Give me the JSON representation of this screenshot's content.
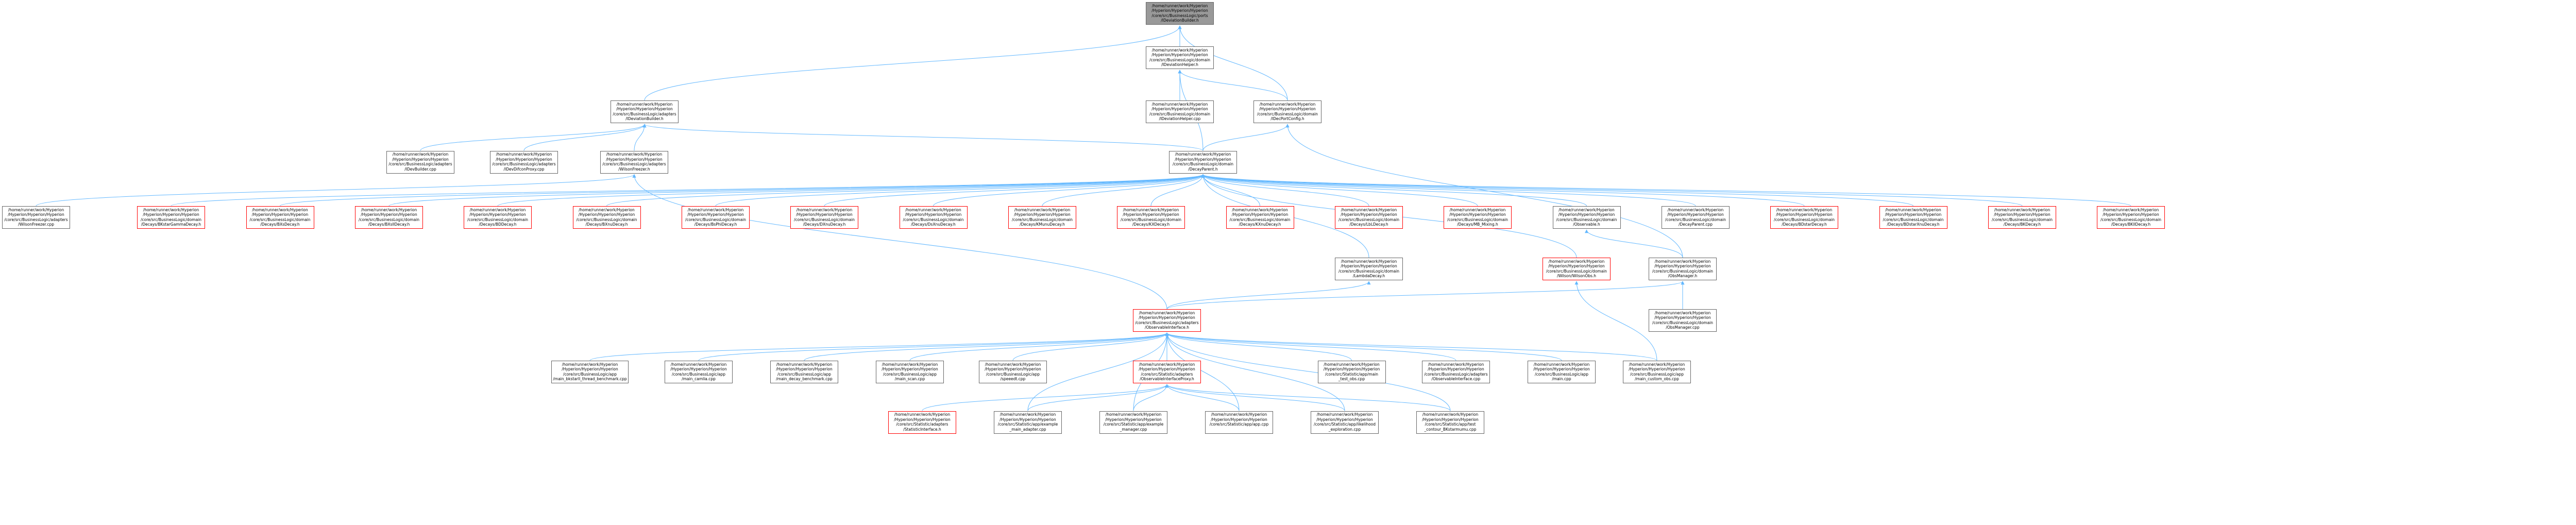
{
  "nodes": [
    {
      "id": "n0",
      "style": "root",
      "lines": [
        "/home/runner/work/Hyperion",
        "/Hyperion/Hyperion/Hyperion",
        "/core/src/BusinessLogic/ports",
        "/IDeviationBuilder.h"
      ]
    },
    {
      "id": "n1",
      "style": "normal",
      "lines": [
        "/home/runner/work/Hyperion",
        "/Hyperion/Hyperion/Hyperion",
        "/core/src/BusinessLogic/domain",
        "/IDeviationHelper.h"
      ]
    },
    {
      "id": "n2",
      "style": "normal",
      "lines": [
        "/home/runner/work/Hyperion",
        "/Hyperion/Hyperion/Hyperion",
        "/core/src/BusinessLogic/adapters",
        "/IDeviationBuilder.h"
      ]
    },
    {
      "id": "n3",
      "style": "normal",
      "lines": [
        "/home/runner/work/Hyperion",
        "/Hyperion/Hyperion/Hyperion",
        "/core/src/BusinessLogic/domain",
        "/IDeviationHelper.cpp"
      ]
    },
    {
      "id": "n4",
      "style": "normal",
      "lines": [
        "/home/runner/work/Hyperion",
        "/Hyperion/Hyperion/Hyperion",
        "/core/src/BusinessLogic/domain",
        "/IDecPortConfig.h"
      ]
    },
    {
      "id": "n5",
      "style": "normal",
      "lines": [
        "/home/runner/work/Hyperion",
        "/Hyperion/Hyperion/Hyperion",
        "/core/src/BusinessLogic/adapters",
        "/IDevBuilder.cpp"
      ]
    },
    {
      "id": "n6",
      "style": "normal",
      "lines": [
        "/home/runner/work/Hyperion",
        "/Hyperion/Hyperion/Hyperion",
        "/core/src/BusinessLogic/adapters",
        "/IDevDifconProxy.cpp"
      ]
    },
    {
      "id": "n7",
      "style": "normal",
      "lines": [
        "/home/runner/work/Hyperion",
        "/Hyperion/Hyperion/Hyperion",
        "/core/src/BusinessLogic/adapters",
        "/WilsonFreezer.h"
      ]
    },
    {
      "id": "n8",
      "style": "normal",
      "lines": [
        "/home/runner/work/Hyperion",
        "/Hyperion/Hyperion/Hyperion",
        "/core/src/BusinessLogic/domain",
        "/DecayParent.h"
      ]
    },
    {
      "id": "n9",
      "style": "normal",
      "lines": [
        "/home/runner/work/Hyperion",
        "/Hyperion/Hyperion/Hyperion",
        "/core/src/BusinessLogic/adapters",
        "/WilsonFreezer.cpp"
      ]
    },
    {
      "id": "n10",
      "style": "red",
      "lines": [
        "/home/runner/work/Hyperion",
        "/Hyperion/Hyperion/Hyperion",
        "/core/src/BusinessLogic/domain",
        "/Decays/BKstarGammaDecay.h"
      ]
    },
    {
      "id": "n11",
      "style": "red",
      "lines": [
        "/home/runner/work/Hyperion",
        "/Hyperion/Hyperion/Hyperion",
        "/core/src/BusinessLogic/domain",
        "/Decays/BXsDecay.h"
      ]
    },
    {
      "id": "n12",
      "style": "red",
      "lines": [
        "/home/runner/work/Hyperion",
        "/Hyperion/Hyperion/Hyperion",
        "/core/src/BusinessLogic/domain",
        "/Decays/BXsllDecay.h"
      ]
    },
    {
      "id": "n13",
      "style": "red",
      "lines": [
        "/home/runner/work/Hyperion",
        "/Hyperion/Hyperion/Hyperion",
        "/core/src/BusinessLogic/domain",
        "/Decays/BDDecay.h"
      ]
    },
    {
      "id": "n14",
      "style": "red",
      "lines": [
        "/home/runner/work/Hyperion",
        "/Hyperion/Hyperion/Hyperion",
        "/core/src/BusinessLogic/domain",
        "/Decays/BXnuDecay.h"
      ]
    },
    {
      "id": "n15",
      "style": "red",
      "lines": [
        "/home/runner/work/Hyperion",
        "/Hyperion/Hyperion/Hyperion",
        "/core/src/BusinessLogic/domain",
        "/Decays/BsPhiDecay.h"
      ]
    },
    {
      "id": "n16",
      "style": "red",
      "lines": [
        "/home/runner/work/Hyperion",
        "/Hyperion/Hyperion/Hyperion",
        "/core/src/BusinessLogic/domain",
        "/Decays/DXnuDecay.h"
      ]
    },
    {
      "id": "n17",
      "style": "red",
      "lines": [
        "/home/runner/work/Hyperion",
        "/Hyperion/Hyperion/Hyperion",
        "/core/src/BusinessLogic/domain",
        "/Decays/DsXnuDecay.h"
      ]
    },
    {
      "id": "n18",
      "style": "red",
      "lines": [
        "/home/runner/work/Hyperion",
        "/Hyperion/Hyperion/Hyperion",
        "/core/src/BusinessLogic/domain",
        "/Decays/KMunuDecay.h"
      ]
    },
    {
      "id": "n19",
      "style": "red",
      "lines": [
        "/home/runner/work/Hyperion",
        "/Hyperion/Hyperion/Hyperion",
        "/core/src/BusinessLogic/domain",
        "/Decays/KXDecay.h"
      ]
    },
    {
      "id": "n20",
      "style": "red",
      "lines": [
        "/home/runner/work/Hyperion",
        "/Hyperion/Hyperion/Hyperion",
        "/core/src/BusinessLogic/domain",
        "/Decays/KXnuDecay.h"
      ]
    },
    {
      "id": "n21",
      "style": "red",
      "lines": [
        "/home/runner/work/Hyperion",
        "/Hyperion/Hyperion/Hyperion",
        "/core/src/BusinessLogic/domain",
        "/Decays/LbLDecay.h"
      ]
    },
    {
      "id": "n22",
      "style": "red",
      "lines": [
        "/home/runner/work/Hyperion",
        "/Hyperion/Hyperion/Hyperion",
        "/core/src/BusinessLogic/domain",
        "/Decays/MB_Mixing.h"
      ]
    },
    {
      "id": "n23",
      "style": "normal",
      "lines": [
        "/home/runner/work/Hyperion",
        "/Hyperion/Hyperion/Hyperion",
        "/core/src/BusinessLogic/domain",
        "/Observable.h"
      ]
    },
    {
      "id": "n24",
      "style": "normal",
      "lines": [
        "/home/runner/work/Hyperion",
        "/Hyperion/Hyperion/Hyperion",
        "/core/src/BusinessLogic/domain",
        "/DecayParent.cpp"
      ]
    },
    {
      "id": "n25",
      "style": "red",
      "lines": [
        "/home/runner/work/Hyperion",
        "/Hyperion/Hyperion/Hyperion",
        "/core/src/BusinessLogic/domain",
        "/Decays/BDstarDecay.h"
      ]
    },
    {
      "id": "n26",
      "style": "red",
      "lines": [
        "/home/runner/work/Hyperion",
        "/Hyperion/Hyperion/Hyperion",
        "/core/src/BusinessLogic/domain",
        "/Decays/BDstarXnuDecay.h"
      ]
    },
    {
      "id": "n27",
      "style": "red",
      "lines": [
        "/home/runner/work/Hyperion",
        "/Hyperion/Hyperion/Hyperion",
        "/core/src/BusinessLogic/domain",
        "/Decays/BKDecay.h"
      ]
    },
    {
      "id": "n28",
      "style": "red",
      "lines": [
        "/home/runner/work/Hyperion",
        "/Hyperion/Hyperion/Hyperion",
        "/core/src/BusinessLogic/domain",
        "/Decays/BKllDecay.h"
      ]
    },
    {
      "id": "n29",
      "style": "normal",
      "lines": [
        "/home/runner/work/Hyperion",
        "/Hyperion/Hyperion/Hyperion",
        "/core/src/BusinessLogic/domain",
        "/LambdaDecay.h"
      ]
    },
    {
      "id": "n30",
      "style": "red",
      "lines": [
        "/home/runner/work/Hyperion",
        "/Hyperion/Hyperion/Hyperion",
        "/core/src/BusinessLogic/domain",
        "/Wilson/WilsonObs.h"
      ]
    },
    {
      "id": "n31",
      "style": "normal",
      "lines": [
        "/home/runner/work/Hyperion",
        "/Hyperion/Hyperion/Hyperion",
        "/core/src/BusinessLogic/domain",
        "/ObsManager.h"
      ]
    },
    {
      "id": "n32",
      "style": "red",
      "lines": [
        "/home/runner/work/Hyperion",
        "/Hyperion/Hyperion/Hyperion",
        "/core/src/BusinessLogic/adapters",
        "/ObservableInterface.h"
      ]
    },
    {
      "id": "n33",
      "style": "normal",
      "lines": [
        "/home/runner/work/Hyperion",
        "/Hyperion/Hyperion/Hyperion",
        "/core/src/BusinessLogic/domain",
        "/ObsManager.cpp"
      ]
    },
    {
      "id": "n34",
      "style": "normal",
      "lines": [
        "/home/runner/work/Hyperion",
        "/Hyperion/Hyperion/Hyperion",
        "/core/src/BusinessLogic/app",
        "/main_bkstarll_thread_benchmark.cpp"
      ]
    },
    {
      "id": "n35",
      "style": "normal",
      "lines": [
        "/home/runner/work/Hyperion",
        "/Hyperion/Hyperion/Hyperion",
        "/core/src/BusinessLogic/app",
        "/main_camlia.cpp"
      ]
    },
    {
      "id": "n36",
      "style": "normal",
      "lines": [
        "/home/runner/work/Hyperion",
        "/Hyperion/Hyperion/Hyperion",
        "/core/src/BusinessLogic/app",
        "/main_decay_benchmark.cpp"
      ]
    },
    {
      "id": "n37",
      "style": "normal",
      "lines": [
        "/home/runner/work/Hyperion",
        "/Hyperion/Hyperion/Hyperion",
        "/core/src/BusinessLogic/app",
        "/main_scan.cpp"
      ]
    },
    {
      "id": "n38",
      "style": "normal",
      "lines": [
        "/home/runner/work/Hyperion",
        "/Hyperion/Hyperion/Hyperion",
        "/core/src/BusinessLogic/app",
        "/speeedt.cpp"
      ]
    },
    {
      "id": "n39",
      "style": "red",
      "lines": [
        "/home/runner/work/Hyperion",
        "/Hyperion/Hyperion/Hyperion",
        "/core/src/Statistic/adapters",
        "/ObservableInterfaceProxy.h"
      ]
    },
    {
      "id": "n40",
      "style": "normal",
      "lines": [
        "/home/runner/work/Hyperion",
        "/Hyperion/Hyperion/Hyperion",
        "/core/src/Statistic/app/main",
        "_test_obs.cpp"
      ]
    },
    {
      "id": "n41",
      "style": "normal",
      "lines": [
        "/home/runner/work/Hyperion",
        "/Hyperion/Hyperion/Hyperion",
        "/core/src/BusinessLogic/adapters",
        "/ObservableInterface.cpp"
      ]
    },
    {
      "id": "n42",
      "style": "normal",
      "lines": [
        "/home/runner/work/Hyperion",
        "/Hyperion/Hyperion/Hyperion",
        "/core/src/BusinessLogic/app",
        "/main.cpp"
      ]
    },
    {
      "id": "n43",
      "style": "normal",
      "lines": [
        "/home/runner/work/Hyperion",
        "/Hyperion/Hyperion/Hyperion",
        "/core/src/BusinessLogic/app",
        "/main_custom_obs.cpp"
      ]
    },
    {
      "id": "n44",
      "style": "red",
      "lines": [
        "/home/runner/work/Hyperion",
        "/Hyperion/Hyperion/Hyperion",
        "/core/src/Statistic/adapters",
        "/StatisticInterface.h"
      ]
    },
    {
      "id": "n45",
      "style": "normal",
      "lines": [
        "/home/runner/work/Hyperion",
        "/Hyperion/Hyperion/Hyperion",
        "/core/src/Statistic/app/example",
        "_main_adapter.cpp"
      ]
    },
    {
      "id": "n46",
      "style": "normal",
      "lines": [
        "/home/runner/work/Hyperion",
        "/Hyperion/Hyperion/Hyperion",
        "/core/src/Statistic/app/example",
        "_manager.cpp"
      ]
    },
    {
      "id": "n47",
      "style": "normal",
      "lines": [
        "/home/runner/work/Hyperion",
        "/Hyperion/Hyperion/Hyperion",
        "/core/src/Statistic/app/app.cpp"
      ]
    },
    {
      "id": "n48",
      "style": "normal",
      "lines": [
        "/home/runner/work/Hyperion",
        "/Hyperion/Hyperion/Hyperion",
        "/core/src/Statistic/app/likelihood",
        "_exploration.cpp"
      ]
    },
    {
      "id": "n49",
      "style": "normal",
      "lines": [
        "/home/runner/work/Hyperion",
        "/Hyperion/Hyperion/Hyperion",
        "/core/src/Statistic/app/test",
        "_contour_BKstarmumu.cpp"
      ]
    }
  ]
}
